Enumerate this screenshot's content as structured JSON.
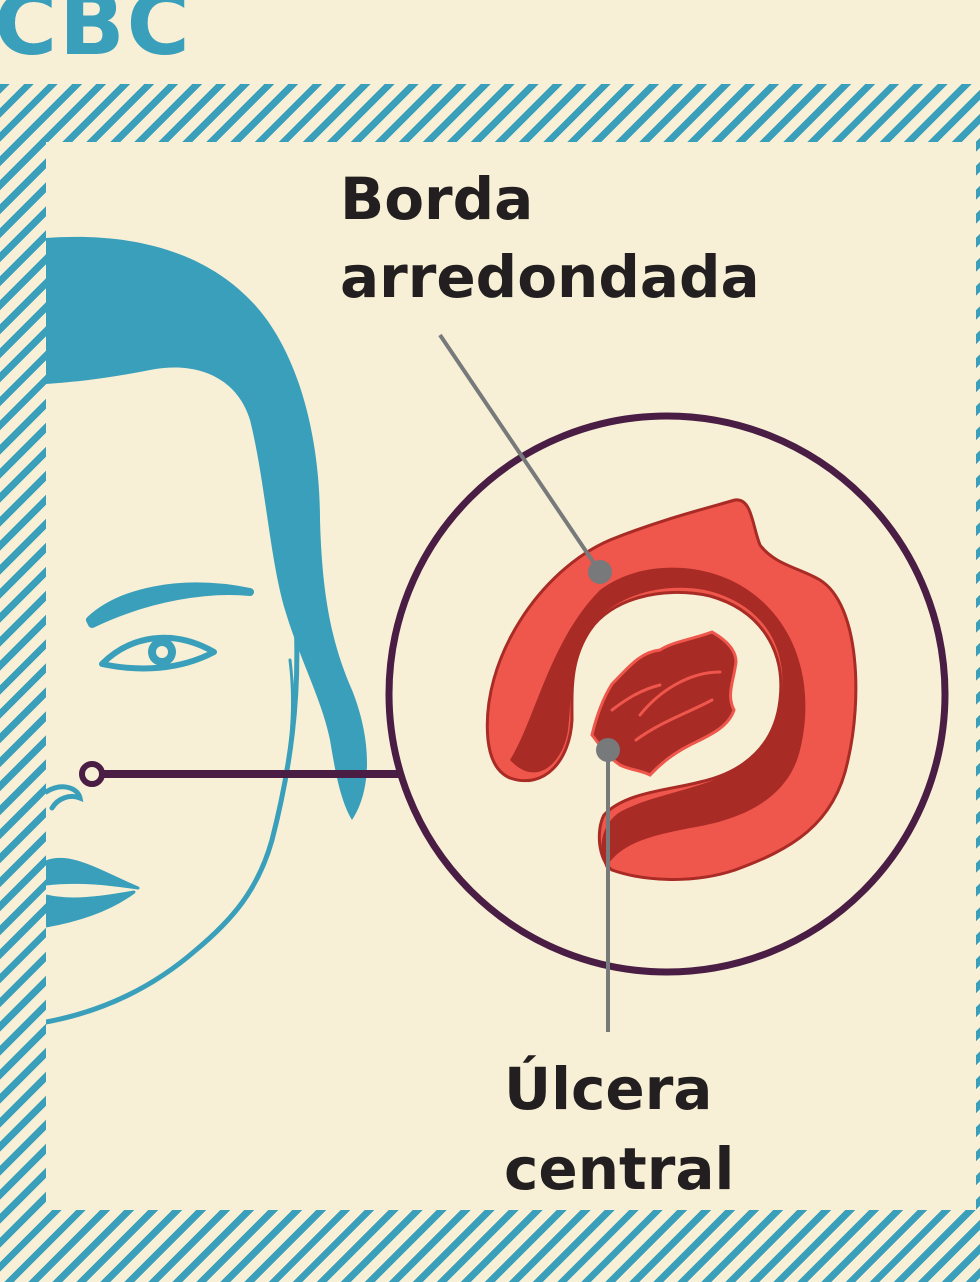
{
  "brand": {
    "text": "CBC"
  },
  "labels": {
    "border": {
      "line1": "Borda",
      "line2": "arredondada"
    },
    "ulcer": {
      "line1": "Úlcera",
      "line2": "central"
    }
  },
  "colors": {
    "background": "#f7f0d6",
    "accent_blue": "#3a9fbb",
    "lesion_light": "#ef564c",
    "lesion_dark": "#a92b25",
    "magnifier_ring": "#4a1d44",
    "pointer_line": "#77797b"
  }
}
